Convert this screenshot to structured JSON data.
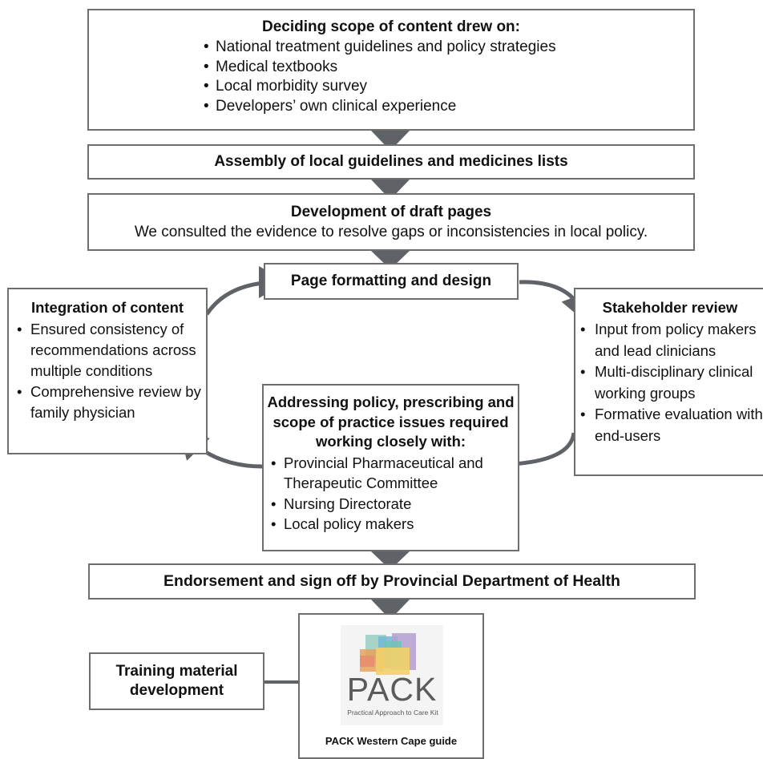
{
  "scope": {
    "title": "Deciding scope of content drew on:",
    "items": [
      "National treatment guidelines and policy strategies",
      "Medical textbooks",
      "Local morbidity survey",
      "Developers’ own clinical experience"
    ]
  },
  "assembly": {
    "title": "Assembly of local guidelines and medicines lists"
  },
  "draft": {
    "title": "Development of draft pages",
    "subtitle": "We consulted the evidence to resolve gaps or inconsistencies in local policy."
  },
  "formatting": {
    "title": "Page formatting and design"
  },
  "integration": {
    "title": "Integration of content",
    "items": [
      "Ensured consistency of recommendations across multiple conditions",
      "Comprehensive review by family physician"
    ]
  },
  "stakeholder": {
    "title": "Stakeholder review",
    "items": [
      "Input from policy makers and lead clinicians",
      "Multi-disciplinary clinical working groups",
      "Formative evaluation with end-users"
    ]
  },
  "policy": {
    "title": "Addressing policy, prescribing and scope of practice issues required working closely with:",
    "items": [
      "Provincial Pharmaceutical and Therapeutic Committee",
      "Nursing Directorate",
      "Local policy makers"
    ]
  },
  "endorsement": {
    "title": "Endorsement and sign off by Provincial Department of Health"
  },
  "pack": {
    "logo_word": "PACK",
    "logo_tagline": "Practical Approach to Care Kit",
    "caption": "PACK Western Cape guide"
  },
  "training": {
    "line1": "Training material",
    "line2": "development"
  },
  "colors": {
    "border": "#6e6e6e",
    "arrow": "#5f6368",
    "logo_blue": "#74b6d6",
    "logo_purple": "#9b8fc4",
    "logo_orange": "#e8a25a",
    "logo_yellow": "#f3d06a",
    "logo_teal": "#6ec4b6"
  }
}
